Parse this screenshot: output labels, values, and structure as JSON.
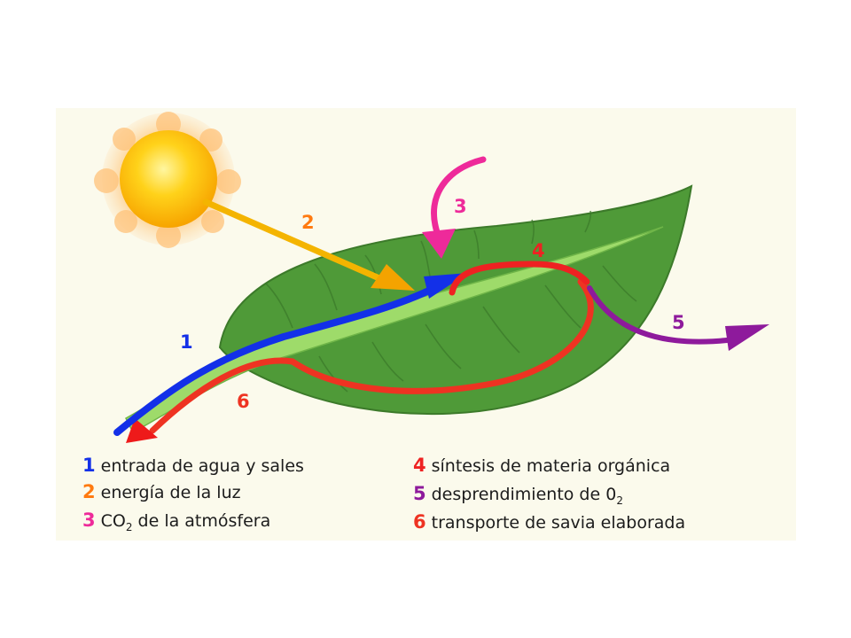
{
  "colors": {
    "water": "#1330e8",
    "light": "#f4b400",
    "light_num": "#ff7a10",
    "co2": "#ee2a9a",
    "synthesis": "#ee2222",
    "oxygen": "#8e1a9c",
    "sap": "#ee3322",
    "leaf": "#4f9a38",
    "leaf_edge": "#3c7a2a",
    "midrib": "#9edb6a"
  },
  "arrows": {
    "n1": "1",
    "n2": "2",
    "n3": "3",
    "n4": "4",
    "n5": "5",
    "n6": "6"
  },
  "legend": [
    {
      "num": "1",
      "text": "entrada de agua y sales"
    },
    {
      "num": "2",
      "text": "energía de la luz"
    },
    {
      "num": "3",
      "text_main": "CO",
      "text_sub": "2",
      "text_rest": " de la atmósfera"
    },
    {
      "num": "4",
      "text": "síntesis de materia orgánica"
    },
    {
      "num": "5",
      "text_main": "desprendimiento de 0",
      "text_sub": "2"
    },
    {
      "num": "6",
      "text": "transporte de savia elaborada"
    }
  ]
}
